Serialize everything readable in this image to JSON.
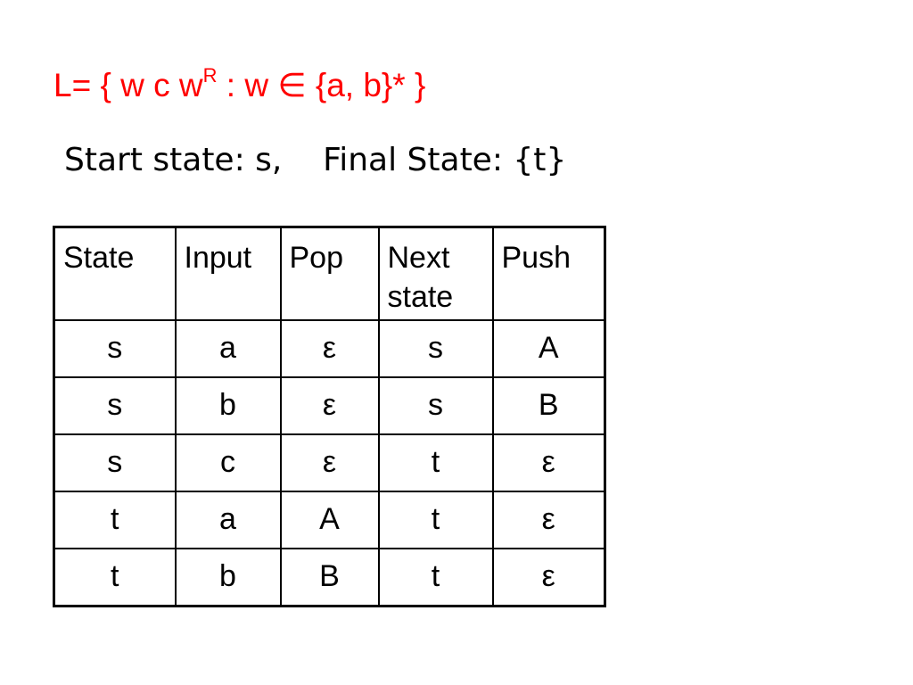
{
  "colors": {
    "accent": "#ff0000",
    "text": "#000000",
    "background": "#ffffff"
  },
  "language": {
    "prefix": "L= { w c w",
    "superscript": "R",
    "middle": " : w ",
    "element_of": "∈",
    "suffix": " {a, b}* }"
  },
  "states_line": "Start state: s,    Final State: {t}",
  "table": {
    "headers": [
      "State",
      "Input",
      "Pop",
      "Next state",
      "Push"
    ],
    "rows": [
      [
        "s",
        "a",
        "ε",
        "s",
        "A"
      ],
      [
        "s",
        "b",
        "ε",
        "s",
        "B"
      ],
      [
        "s",
        "c",
        "ε",
        "t",
        "ε"
      ],
      [
        "t",
        "a",
        "A",
        "t",
        "ε"
      ],
      [
        "t",
        "b",
        "B",
        "t",
        "ε"
      ]
    ]
  }
}
